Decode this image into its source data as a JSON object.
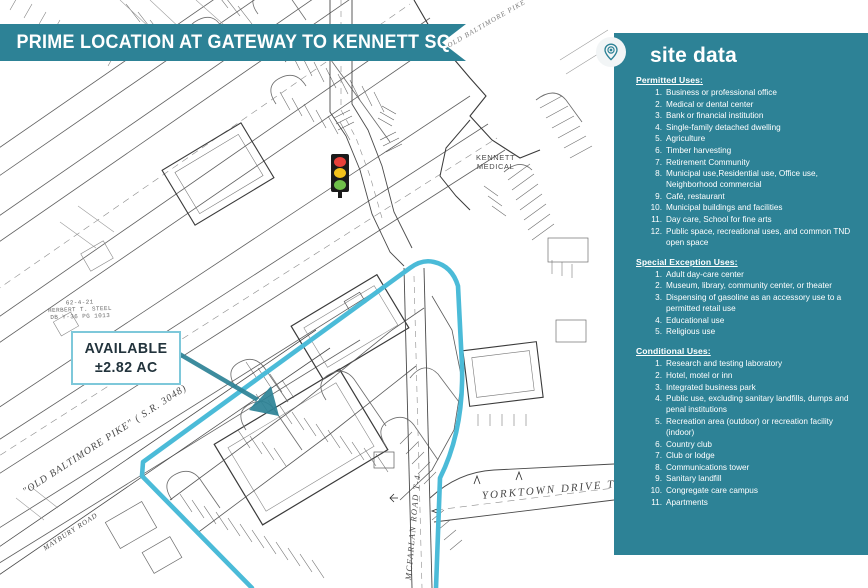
{
  "header": {
    "title": "PRIME LOCATION AT GATEWAY TO KENNETT SQUARE",
    "bg_color": "#2D8296"
  },
  "callout": {
    "name": "available-callout",
    "line1": "AVAILABLE",
    "line2": "±2.82 AC",
    "border_color": "#7ec8da"
  },
  "map": {
    "parcel_outline_color": "#4BBBD8",
    "traffic_light": {
      "icon": "traffic-light-icon",
      "red": "#e8403a",
      "yellow": "#f4c21b",
      "green": "#6fc04a"
    },
    "labels": {
      "kennett_medical": "KENNETT\nMEDICAL",
      "parcel_note": "62-4-21\nHERBERT T. STEEL\nDB Y-36  PG 1013",
      "old_baltimore_pike": "\"OLD BALTIMORE PIKE\" ( S.R. 3048)",
      "old_baltimore_pike_top": "OLD BALTIMORE PIKE",
      "maybury_road": "MAYBURY ROAD",
      "yorktown_drive": "YORKTOWN DRIVE  T-",
      "mcfarlan_road": "MCFARLAN ROAD  T-4"
    }
  },
  "sidebar": {
    "icon": "location-pin-icon",
    "title": "site data",
    "bg_color": "#2D8296",
    "sections": [
      {
        "heading": "Permitted Uses:",
        "items": [
          "Business or professional office",
          "Medical or dental center",
          "Bank or financial institution",
          "Single-family detached dwelling",
          "Agriculture",
          "Timber harvesting",
          "Retirement Community",
          "Municipal use,Residential use, Office use, Neighborhood commercial",
          "Café, restaurant",
          "Municipal buildings and facilities",
          "Day care, School for fine arts",
          "Public space, recreational uses, and common TND open space"
        ]
      },
      {
        "heading": "Special Exception Uses:",
        "items": [
          "Adult day-care center",
          "Museum, library, community center, or theater",
          "Dispensing of gasoline as an accessory use to a permitted retail use",
          "Educational use",
          "Religious use"
        ]
      },
      {
        "heading": "Conditional Uses:",
        "items": [
          "Research and testing laboratory",
          "Hotel, motel or inn",
          "Integrated business park",
          "Public use, excluding sanitary landfills, dumps and penal institutions",
          "Recreation area (outdoor) or recreation facility (indoor)",
          "Country club",
          "Club or lodge",
          "Communications tower",
          "Sanitary landfill",
          "Congregate care campus",
          "Apartments"
        ]
      }
    ]
  }
}
